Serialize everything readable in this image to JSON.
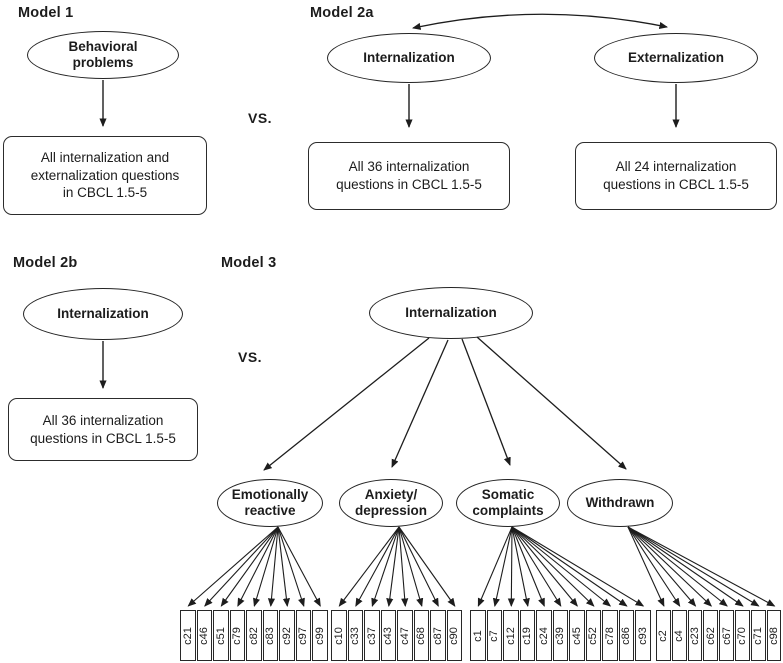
{
  "diagram": {
    "vs_label": "VS.",
    "model1": {
      "title": "Model 1",
      "factor": "Behavioral\nproblems",
      "box": "All internalization and\nexternalization questions\nin CBCL 1.5-5"
    },
    "model2a": {
      "title": "Model 2a",
      "factor_left": "Internalization",
      "factor_right": "Externalization",
      "box_left": "All 36 internalization\nquestions in CBCL 1.5-5",
      "box_right": "All 24 internalization\nquestions in CBCL 1.5-5"
    },
    "model2b": {
      "title": "Model 2b",
      "factor": "Internalization",
      "box": "All 36 internalization\nquestions in CBCL 1.5-5"
    },
    "model3": {
      "title": "Model 3",
      "factor": "Internalization",
      "subfactors": [
        {
          "label": "Emotionally\nreactive",
          "items": [
            "c21",
            "c46",
            "c51",
            "c79",
            "c82",
            "c83",
            "c92",
            "c97",
            "c99"
          ]
        },
        {
          "label": "Anxiety/\ndepression",
          "items": [
            "c10",
            "c33",
            "c37",
            "c43",
            "c47",
            "c68",
            "c87",
            "c90"
          ]
        },
        {
          "label": "Somatic\ncomplaints",
          "items": [
            "c1",
            "c7",
            "c12",
            "c19",
            "c24",
            "c39",
            "c45",
            "c52",
            "c78",
            "c86",
            "c93"
          ]
        },
        {
          "label": "Withdrawn",
          "items": [
            "c2",
            "c4",
            "c23",
            "c62",
            "c67",
            "c70",
            "c71",
            "c98"
          ]
        }
      ]
    }
  }
}
